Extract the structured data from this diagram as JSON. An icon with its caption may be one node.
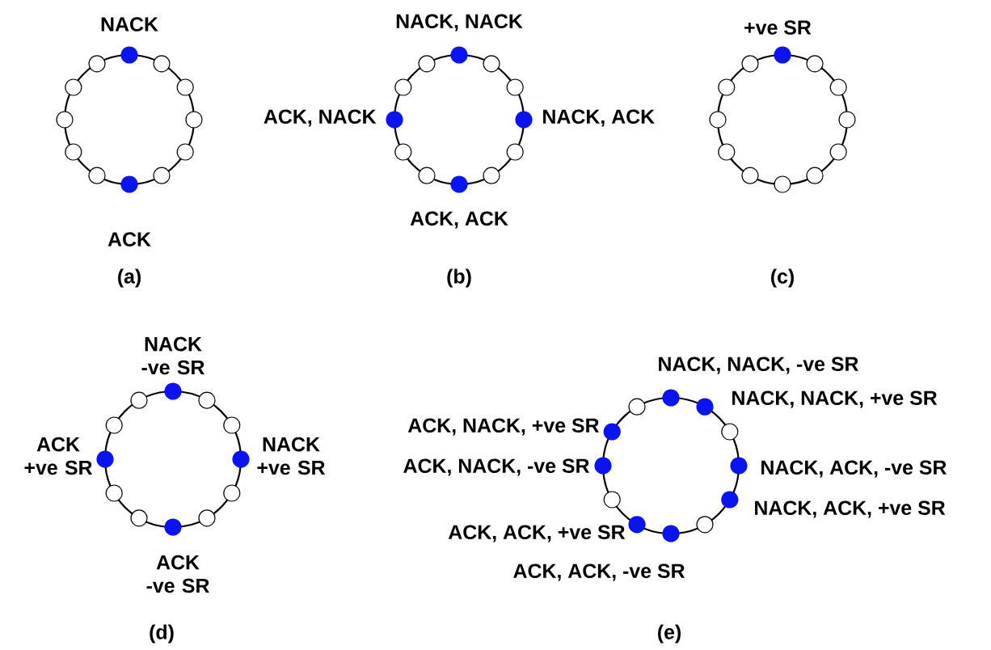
{
  "diagram": {
    "labels": [
      "NACK",
      "ACK",
      "(a)",
      "NACK, NACK",
      "ACK, NACK",
      "NACK, ACK",
      "ACK, ACK",
      "(b)",
      "+ve SR",
      "(c)",
      "NACK -ve SR",
      "ACK +ve SR",
      "NACK +ve SR",
      "ACK -ve SR",
      "(d)",
      "NACK, NACK, -ve SR",
      "NACK, NACK, +ve SR",
      "ACK, NACK, +ve SR",
      "ACK, NACK, -ve SR",
      "NACK, ACK, -ve SR",
      "NACK, ACK, +ve SR",
      "ACK, ACK, +ve SR",
      "ACK, ACK, -ve SR",
      "(e)"
    ]
  }
}
